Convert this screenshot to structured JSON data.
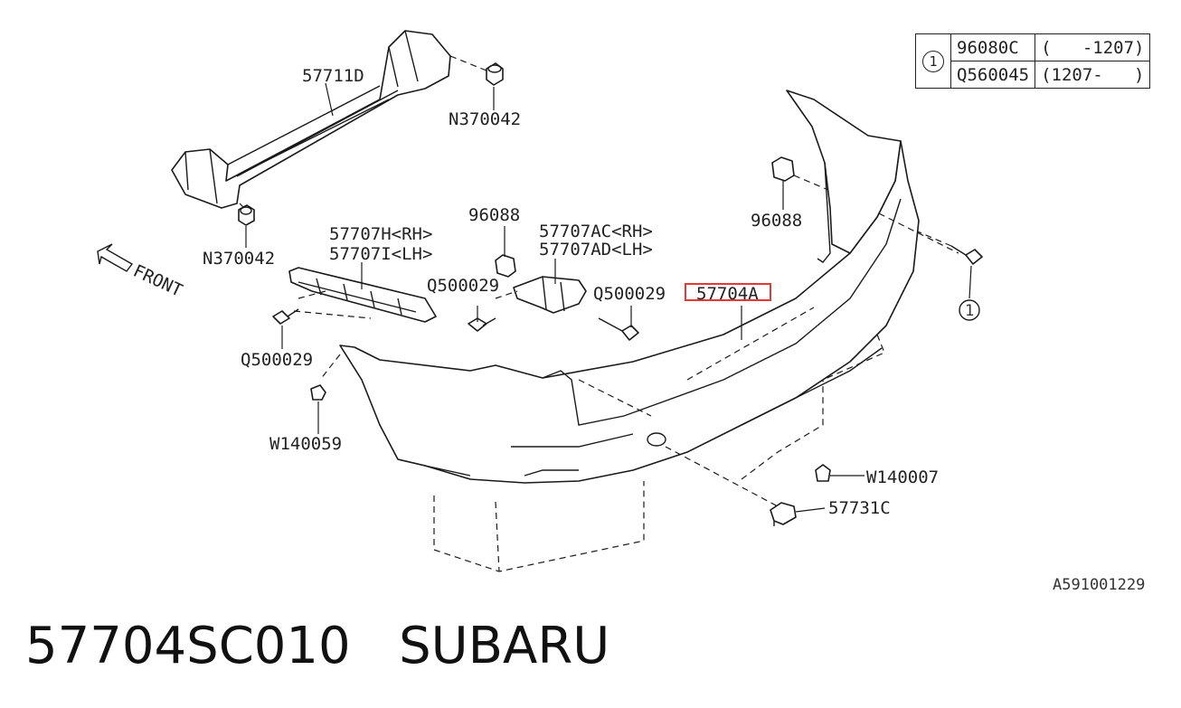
{
  "labels": {
    "beam": "57711D",
    "nut_top": "N370042",
    "nut_left": "N370042",
    "spacer_left_rh": "57707H<RH>",
    "spacer_left_lh": "57707I<LH>",
    "clip_96088_a": "96088",
    "clip_96088_b": "96088",
    "bracket_rh": "57707AC<RH>",
    "bracket_lh": "57707AD<LH>",
    "screw_center_left": "Q500029",
    "screw_center_right": "Q500029",
    "screw_left": "Q500029",
    "bumper_face": "57704A",
    "clip_w140059": "W140059",
    "clip_w140007": "W140007",
    "cap_57731c": "57731C",
    "callout_1": "1",
    "front": "FRONT",
    "drawing_ref": "A591001229"
  },
  "legend": {
    "key": "1",
    "rows": [
      {
        "part": "96080C",
        "range": "(   -1207)"
      },
      {
        "part": "Q560045",
        "range": "(1207-   )"
      }
    ]
  },
  "footer": {
    "part_number": "57704SC010",
    "brand": "SUBARU"
  },
  "colors": {
    "highlight": "#e53935",
    "ink": "#1a1a1a"
  }
}
